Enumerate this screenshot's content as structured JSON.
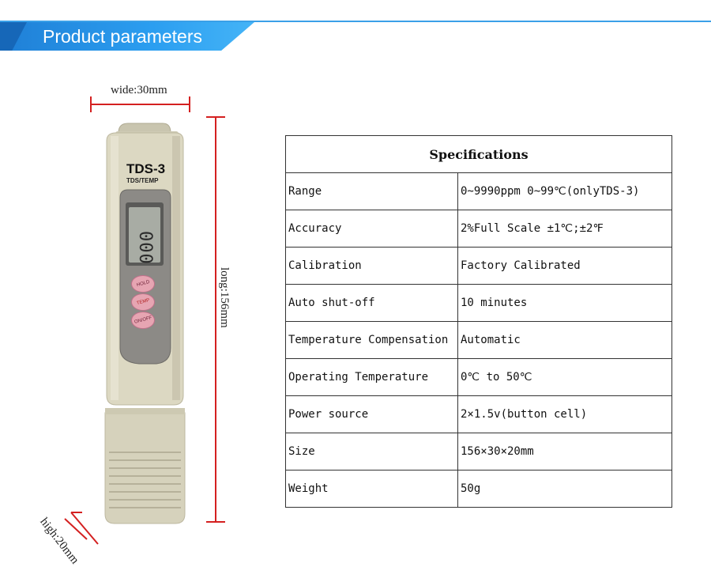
{
  "header": {
    "title": "Product parameters",
    "accent_color": "#2b9ef0"
  },
  "device": {
    "model_label": "TDS-3",
    "sub_label": "TDS/TEMP",
    "display_digits": "000",
    "buttons": [
      "HOLD",
      "TEMP",
      "ON/OFF"
    ],
    "button_color": "#e88aa0",
    "body_color": "#d8d4be"
  },
  "dimensions": {
    "width_label": "wide:30mm",
    "length_label": "long:156mm",
    "height_label": "high:20mm",
    "line_color": "#d42020"
  },
  "specs": {
    "title": "Specifications",
    "rows": [
      {
        "label": "Range",
        "value": "0~9990ppm  0~99℃(onlyTDS-3)"
      },
      {
        "label": "Accuracy",
        "value": "2%Full Scale ±1℃;±2℉"
      },
      {
        "label": "Calibration",
        "value": "Factory Calibrated"
      },
      {
        "label": "Auto shut-off",
        "value": "10 minutes"
      },
      {
        "label": "Temperature Compensation",
        "value": "Automatic"
      },
      {
        "label": "Operating Temperature",
        "value": "0℃ to 50℃"
      },
      {
        "label": "Power source",
        "value": "2×1.5v(button cell)"
      },
      {
        "label": "Size",
        "value": "156×30×20mm"
      },
      {
        "label": "Weight",
        "value": "50g"
      }
    ]
  }
}
